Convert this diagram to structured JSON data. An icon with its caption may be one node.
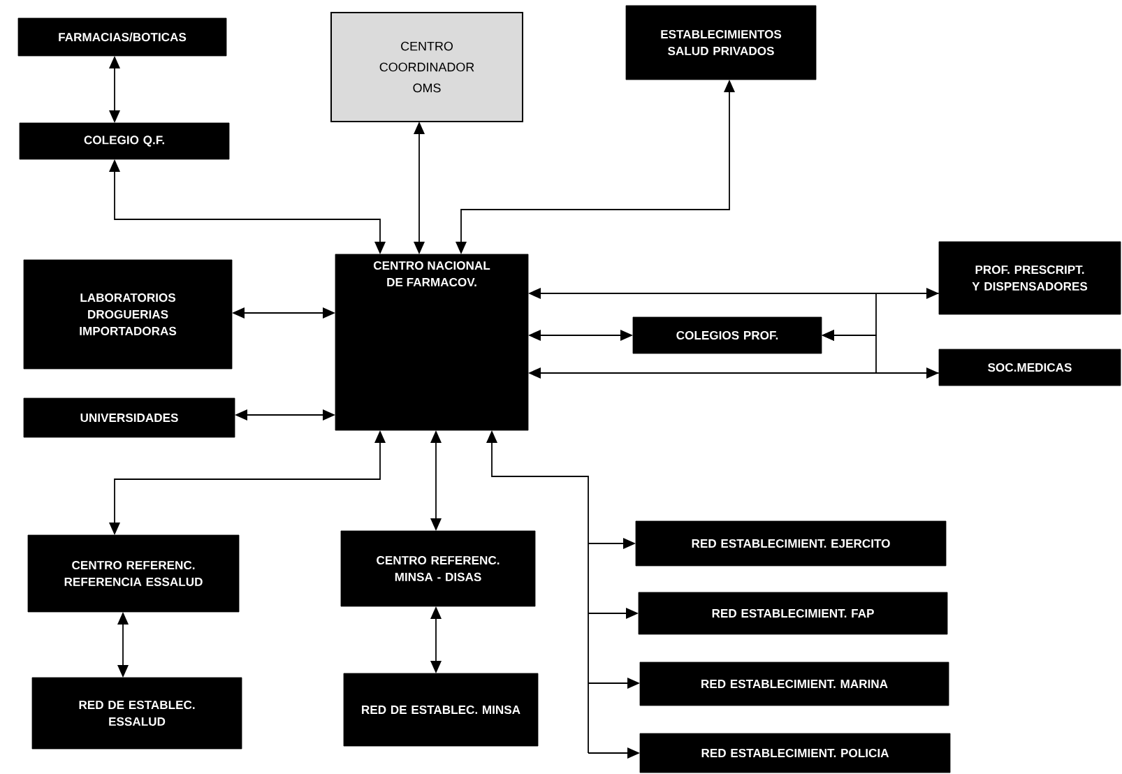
{
  "diagram": {
    "nodes": [
      {
        "text": [
          "FARMACIAS/BOTICAS"
        ]
      },
      {
        "text": [
          "CENTRO COORDINADOR OMS"
        ]
      },
      {
        "text": [
          "ESTABLECIMIENTOS SALUD PRIVADOS"
        ]
      },
      {
        "text": [
          "COLEGIO Q.F."
        ]
      },
      {
        "text": [
          "CENTRO NACIONAL DE FARMACOV."
        ]
      },
      {
        "text": [
          "LABORATORIOS DROGUERIAS IMPORTADORAS"
        ]
      },
      {
        "text": [
          "PROF. PRESCRIPT. Y DISPENSADORES"
        ]
      },
      {
        "text": [
          "COLEGIOS PROF."
        ]
      },
      {
        "text": [
          "SOC.MEDICAS"
        ]
      },
      {
        "text": [
          "UNIVERSIDADES"
        ]
      },
      {
        "text": [
          "CENTRO REFERENC. REFERENCIA ESSALUD"
        ]
      },
      {
        "text": [
          "CENTRO REFERENC. MINSA - DISAS"
        ]
      },
      {
        "text": [
          "RED ESTABLECIMIENT. EJERCITO"
        ]
      },
      {
        "text": [
          "RED ESTABLECIMIENT. FAP"
        ]
      },
      {
        "text": [
          "RED ESTABLECIMIENT. MARINA"
        ]
      },
      {
        "text": [
          "RED ESTABLECIMIENT. POLICIA"
        ]
      },
      {
        "text": [
          "RED DE ESTABLEC. ESSALUD"
        ]
      },
      {
        "text": [
          "RED DE ESTABLEC. MINSA"
        ]
      }
    ],
    "edges": [
      {
        "from": 0,
        "to": 3,
        "arrow": "both"
      },
      {
        "from": 1,
        "to": 4,
        "arrow": "both"
      },
      {
        "from": 2,
        "to": 4,
        "arrow": "both"
      },
      {
        "from": 3,
        "to": 4,
        "arrow": "both"
      },
      {
        "from": 5,
        "to": 4,
        "arrow": "both"
      },
      {
        "from": 4,
        "to": 6,
        "arrow": "both"
      },
      {
        "from": 4,
        "to": 7,
        "arrow": "both"
      },
      {
        "from": 4,
        "to": 8,
        "arrow": "both"
      },
      {
        "from": 6,
        "to": 7,
        "arrow": "to"
      },
      {
        "from": 8,
        "to": 7,
        "arrow": "to"
      },
      {
        "from": 9,
        "to": 4,
        "arrow": "both"
      },
      {
        "from": 4,
        "to": 10,
        "arrow": "both"
      },
      {
        "from": 4,
        "to": 11,
        "arrow": "both"
      },
      {
        "from": 4,
        "to": 12,
        "arrow": "both"
      },
      {
        "from": 4,
        "to": 13,
        "arrow": "both"
      },
      {
        "from": 4,
        "to": 14,
        "arrow": "both"
      },
      {
        "from": 4,
        "to": 15,
        "arrow": "both"
      },
      {
        "from": 10,
        "to": 16,
        "arrow": "both"
      },
      {
        "from": 11,
        "to": 17,
        "arrow": "both"
      }
    ]
  }
}
